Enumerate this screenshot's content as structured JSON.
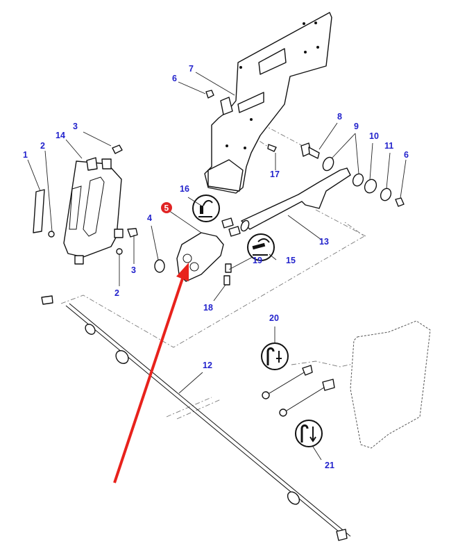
{
  "diagram": {
    "title": "Exploded parts view - control lever assembly",
    "highlighted_part": "5",
    "colors": {
      "label": "#2222cc",
      "highlight_badge": "#e02424",
      "arrow": "#e8221c",
      "line": "#111111"
    },
    "callouts": {
      "c1": "1",
      "c2a": "2",
      "c2b": "2",
      "c3a": "3",
      "c3b": "3",
      "c4": "4",
      "c5": "5",
      "c6a": "6",
      "c6b": "6",
      "c7": "7",
      "c8": "8",
      "c9": "9",
      "c10": "10",
      "c11": "11",
      "c12": "12",
      "c13": "13",
      "c14": "14",
      "c15": "15",
      "c16": "16",
      "c17": "17",
      "c18": "18",
      "c19": "19",
      "c20": "20",
      "c21": "21"
    },
    "symbols": {
      "s15": "lever-rotate-right-symbol",
      "s16": "lever-raise-symbol",
      "s20": "hitch-raise-symbol",
      "s21": "hitch-lower-symbol"
    }
  }
}
